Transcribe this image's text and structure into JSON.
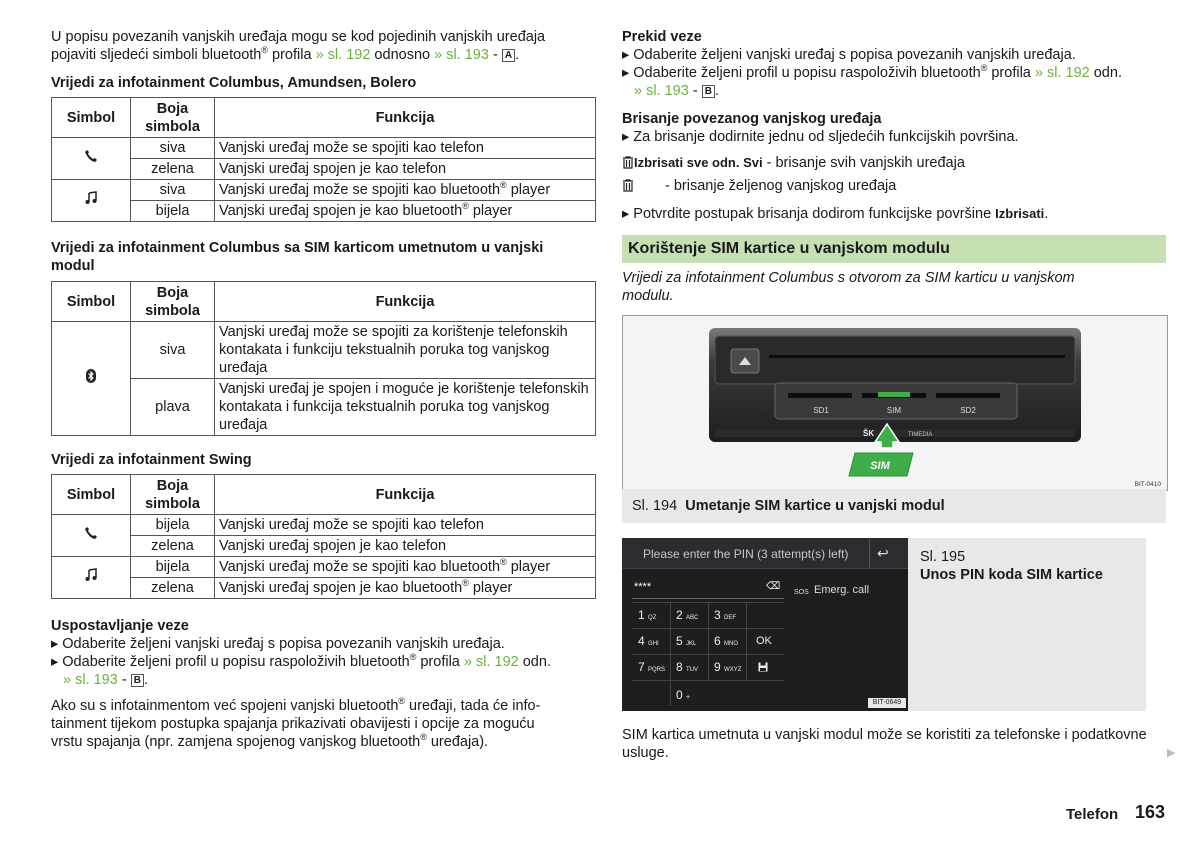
{
  "left": {
    "intro_a": "U popisu povezanih vanjskih uređaja mogu se kod pojedinih vanjskih uređaja",
    "intro_b1": "pojaviti sljedeći simboli bluetooth",
    "intro_sup": "®",
    "intro_b2": " profila ",
    "intro_link1": "» sl. 192",
    "intro_b3": " odnosno ",
    "intro_link2": "» sl. 193",
    "intro_dash": " - ",
    "intro_box": "A",
    "intro_end": ".",
    "t1_heading": "Vrijedi za infotainment Columbus, Amundsen, Bolero",
    "t1": {
      "h_symbol": "Simbol",
      "h_color": "Boja simbola",
      "h_function": "Funkcija",
      "r1_color": "siva",
      "r1_fn": "Vanjski uređaj može se spojiti kao telefon",
      "r2_color": "zelena",
      "r2_fn": "Vanjski uređaj spojen je kao telefon",
      "r3_color": "siva",
      "r3_fn_a": "Vanjski uređaj može se spojiti kao bluetooth",
      "r3_fn_b": " player",
      "r4_color": "bijela",
      "r4_fn_a": "Vanjski uređaj spojen je kao bluetooth",
      "r4_fn_b": " player"
    },
    "t2_heading": "Vrijedi za infotainment Columbus sa SIM karticom umetnutom u vanjski modul",
    "t2": {
      "h_symbol": "Simbol",
      "h_color": "Boja simbola",
      "h_function": "Funkcija",
      "r1_color": "siva",
      "r1_fn": "Vanjski uređaj može se spojiti za korištenje telefonskih kontakata i funkciju tekstualnih poruka tog vanjskog uređaja",
      "r2_color": "plava",
      "r2_fn": "Vanjski uređaj je spojen i moguće je korištenje telefonskih kontakata i funkcija tekstualnih poruka tog vanjskog uređaja"
    },
    "t3_heading": "Vrijedi za infotainment Swing",
    "t3": {
      "h_symbol": "Simbol",
      "h_color": "Boja simbola",
      "h_function": "Funkcija",
      "r1_color": "bijela",
      "r1_fn": "Vanjski uređaj može se spojiti kao telefon",
      "r2_color": "zelena",
      "r2_fn": "Vanjski uređaj spojen je kao telefon",
      "r3_color": "bijela",
      "r3_fn_a": "Vanjski uređaj može se spojiti kao bluetooth",
      "r3_fn_b": " player",
      "r4_color": "zelena",
      "r4_fn_a": "Vanjski uređaj spojen je kao bluetooth",
      "r4_fn_b": " player"
    },
    "conn_heading": "Uspostavljanje veze",
    "conn_b1": "Odaberite željeni vanjski uređaj s popisa povezanih vanjskih uređaja.",
    "conn_b2_a": "Odaberite željeni profil u popisu raspoloživih bluetooth",
    "conn_b2_b": " profila ",
    "conn_b2_link1": "» sl. 192",
    "conn_b2_c": " odn.",
    "conn_b2_link2": "» sl. 193",
    "conn_b2_box": "B",
    "para_1": "Ako su s infotainmentom već spojeni vanjski bluetooth",
    "para_2": " uređaji, tada će info-",
    "para_3": "tainment tijekom postupka spajanja prikazivati obavijesti i opcije za moguću",
    "para_4": "vrstu spajanja (npr. zamjena spojenog vanjskog bluetooth",
    "para_5": " uređaja)."
  },
  "right": {
    "disc_heading": "Prekid veze",
    "disc_b1": "Odaberite željeni vanjski uređaj s popisa povezanih vanjskih uređaja.",
    "disc_b2_a": "Odaberite željeni profil u popisu raspoloživih bluetooth",
    "disc_b2_b": " profila ",
    "disc_b2_link1": "» sl. 192",
    "disc_b2_c": " odn.",
    "disc_b2_link2": "» sl. 193",
    "disc_b2_box": "B",
    "del_heading": "Brisanje povezanog vanjskog uređaja",
    "del_b1": "Za brisanje dodirnite jednu od sljedećih funkcijskih površina.",
    "del_opt1_label": "Izbrisati sve odn. Svi",
    "del_opt1_text": " - brisanje svih vanjskih uređaja",
    "del_opt2_text": "- brisanje željenog vanjskog uređaja",
    "del_b2_a": "Potvrdite postupak brisanja dodirom funkcijske površine ",
    "del_b2_label": "Izbrisati",
    "del_b2_end": ".",
    "section_title": "Korištenje SIM kartice u vanjskom modulu",
    "section_note": "Vrijedi za infotainment Columbus s otvorom za SIM karticu u vanjskom modulu.",
    "fig194": {
      "sd1": "SD1",
      "sim": "SIM",
      "sd2": "SD2",
      "brand": "ŠK",
      "brand2": "TIMEDIA",
      "card": "SIM",
      "code": "BIT-0410",
      "caption_num": "Sl. 194",
      "caption_text": "Umetanje SIM kartice u vanjski modul"
    },
    "fig195": {
      "prompt": "Please enter the PIN (3 attempt(s) left)",
      "pin": "****",
      "sos": "SOS",
      "emerg": "Emerg. call",
      "k1": "1",
      "k1s": "QZ",
      "k2": "2",
      "k2s": "ABC",
      "k3": "3",
      "k3s": "DEF",
      "k4": "4",
      "k4s": "GHI",
      "k5": "5",
      "k5s": "JKL",
      "k6": "6",
      "k6s": "MNO",
      "ok": "OK",
      "k7": "7",
      "k7s": "PQRS",
      "k8": "8",
      "k8s": "TUV",
      "k9": "9",
      "k9s": "WXYZ",
      "k0": "0",
      "k0s": "+",
      "code": "BIT-0649",
      "caption_num": "Sl. 195",
      "caption_text": "Unos PIN koda SIM kartice"
    },
    "final_para": "SIM kartica umetnuta u vanjski modul može se koristiti za telefonske i podatkovne usluge."
  },
  "footer": {
    "section": "Telefon",
    "page": "163"
  },
  "colors": {
    "link": "#6ab23e",
    "section_bar": "#c7e0b3",
    "caption_bg": "#e8e8e8",
    "sim_green": "#3fae49"
  }
}
